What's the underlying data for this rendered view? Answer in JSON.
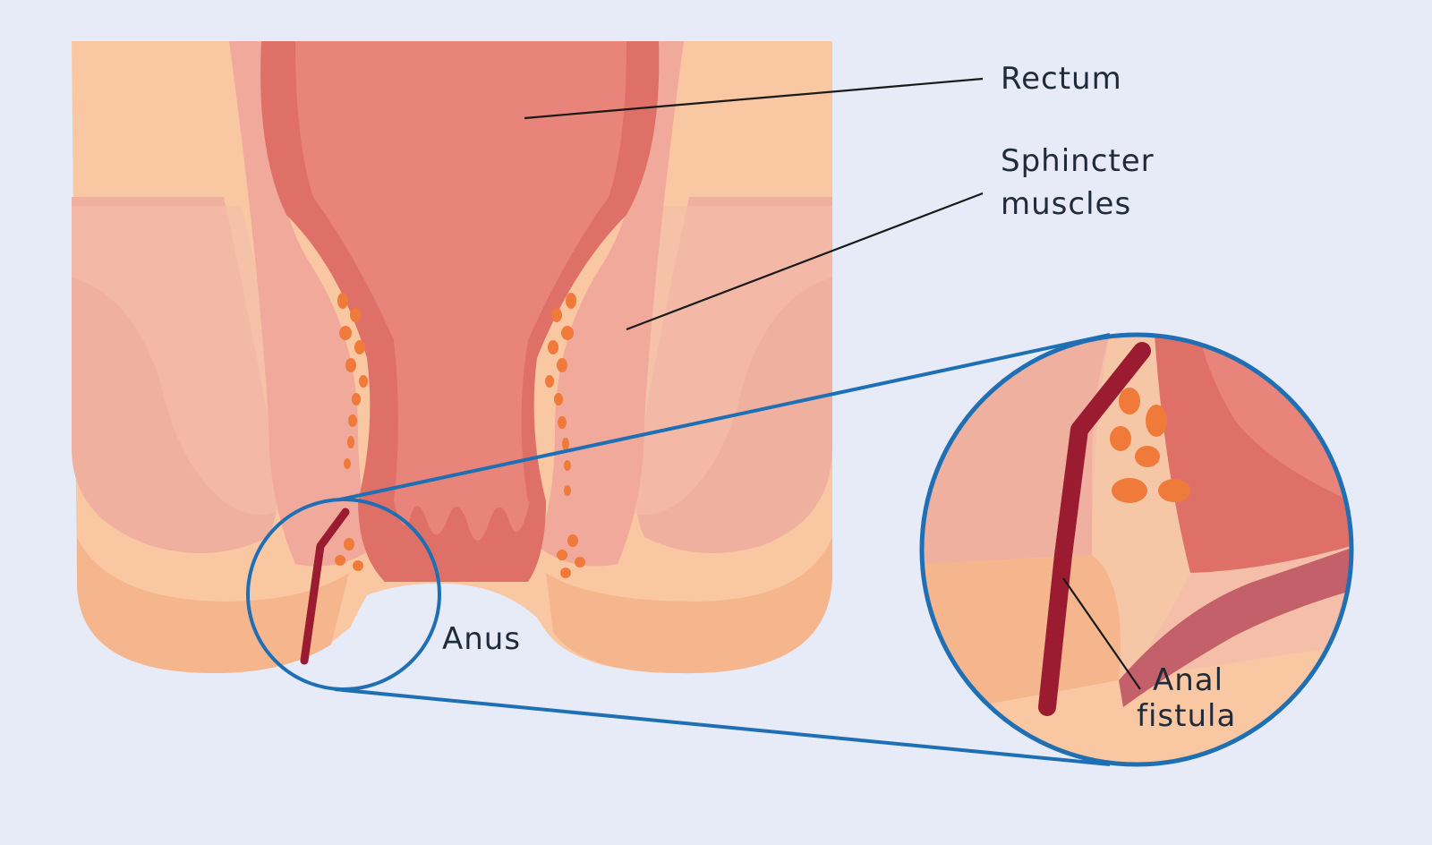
{
  "labels": {
    "rectum": "Rectum",
    "sphincter_line1": "Sphincter",
    "sphincter_line2": "muscles",
    "anus": "Anus",
    "fistula_line1": "Anal",
    "fistula_line2": "fistula"
  },
  "colors": {
    "background": "#e6ebf7",
    "skin_light": "#f9c8a3",
    "skin_mid": "#f5b58d",
    "muscle": "#f0b0a0",
    "muscle_light": "#f4bea8",
    "rectum_wall": "#de7068",
    "rectum_lumen": "#e9847a",
    "gland_orange": "#f07a3a",
    "fistula_tract": "#9b1c30",
    "magnifier_ring": "#1f6fb4",
    "leader_line": "#1a1a1a",
    "text": "#1f2a3a"
  }
}
